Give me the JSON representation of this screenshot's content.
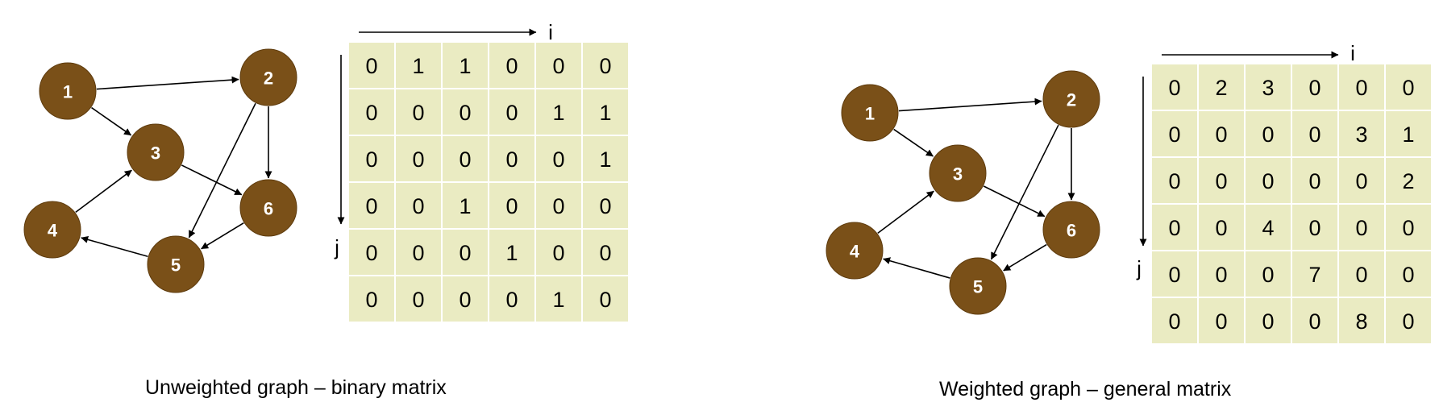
{
  "panels": [
    {
      "caption": "Unweighted graph – binary matrix",
      "axis_i": "i",
      "axis_j": "j",
      "nodes": [
        "1",
        "2",
        "3",
        "4",
        "5",
        "6"
      ],
      "edges": [
        {
          "from": "1",
          "to": "2"
        },
        {
          "from": "1",
          "to": "3"
        },
        {
          "from": "2",
          "to": "6"
        },
        {
          "from": "2",
          "to": "5"
        },
        {
          "from": "3",
          "to": "6"
        },
        {
          "from": "4",
          "to": "3"
        },
        {
          "from": "6",
          "to": "5"
        },
        {
          "from": "5",
          "to": "4"
        }
      ],
      "matrix": [
        [
          "0",
          "1",
          "1",
          "0",
          "0",
          "0"
        ],
        [
          "0",
          "0",
          "0",
          "0",
          "1",
          "1"
        ],
        [
          "0",
          "0",
          "0",
          "0",
          "0",
          "1"
        ],
        [
          "0",
          "0",
          "1",
          "0",
          "0",
          "0"
        ],
        [
          "0",
          "0",
          "0",
          "1",
          "0",
          "0"
        ],
        [
          "0",
          "0",
          "0",
          "0",
          "1",
          "0"
        ]
      ]
    },
    {
      "caption": "Weighted graph – general matrix",
      "axis_i": "i",
      "axis_j": "j",
      "nodes": [
        "1",
        "2",
        "3",
        "4",
        "5",
        "6"
      ],
      "edges": [
        {
          "from": "1",
          "to": "2"
        },
        {
          "from": "1",
          "to": "3"
        },
        {
          "from": "2",
          "to": "6"
        },
        {
          "from": "2",
          "to": "5"
        },
        {
          "from": "3",
          "to": "6"
        },
        {
          "from": "4",
          "to": "3"
        },
        {
          "from": "6",
          "to": "5"
        },
        {
          "from": "5",
          "to": "4"
        }
      ],
      "matrix": [
        [
          "0",
          "2",
          "3",
          "0",
          "0",
          "0"
        ],
        [
          "0",
          "0",
          "0",
          "0",
          "3",
          "1"
        ],
        [
          "0",
          "0",
          "0",
          "0",
          "0",
          "2"
        ],
        [
          "0",
          "0",
          "4",
          "0",
          "0",
          "0"
        ],
        [
          "0",
          "0",
          "0",
          "7",
          "0",
          "0"
        ],
        [
          "0",
          "0",
          "0",
          "0",
          "8",
          "0"
        ]
      ]
    }
  ],
  "colors": {
    "node_fill": "#7a5018",
    "node_label": "#ffffff",
    "matrix_cell": "#eaebc2",
    "edge": "#000000"
  }
}
